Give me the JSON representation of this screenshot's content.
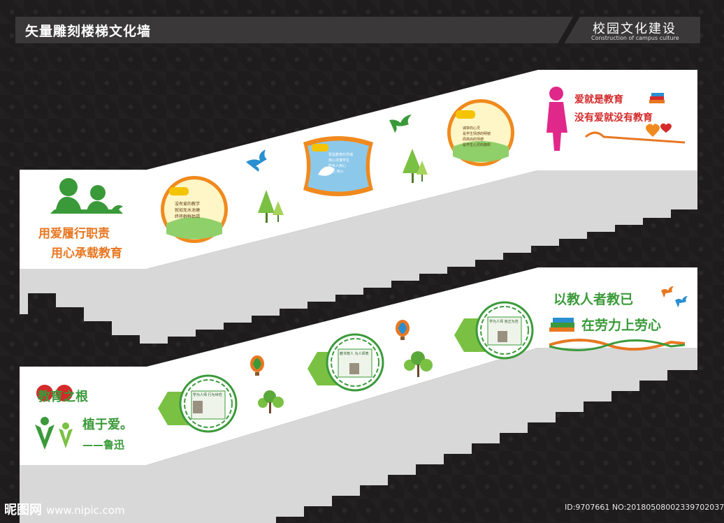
{
  "header": {
    "title": "矢量雕刻楼梯文化墙",
    "subtitle": "校园文化建设",
    "subtitle_en": "Construction of campus culture"
  },
  "upper_wall": {
    "slogan_line1": "用爱履行职责",
    "slogan_line2": "用心承载教育",
    "board1_text": [
      "没有爱的教学",
      "就如无水池塘",
      "终将群鲜枯竭"
    ],
    "board2_text": [
      "爱是教育的灵魂",
      "用心浇灌学生",
      "所有人用心",
      "爱心 用心"
    ],
    "board3_text": [
      "诚挚的心灵",
      "是学生情感的明镜",
      "而高尚的师德",
      "是学生心灵的旗帜"
    ],
    "right_line1": "爱就是教育",
    "right_line2": "没有爱就没有教育"
  },
  "lower_wall": {
    "left_line1": "教育之根",
    "left_line2": "植于爱。",
    "left_line3": "——鲁迅",
    "frame1_text": "学为人师 行为世范",
    "frame2_text": "教书育人 为人师表",
    "frame3_text": "学为人师 身正为范",
    "right_line1": "以教人者教已",
    "right_line2": "在劳力上劳心"
  },
  "watermark": {
    "left": "昵图网",
    "left_url": "www.nipic.com",
    "right": "ID:9707661 NO:20180508002339702037"
  },
  "colors": {
    "wall": "#ffffff",
    "stair_gray": "#d6d6d6",
    "green": "#3a9a3a",
    "orange": "#e87722",
    "red": "#d42a2a",
    "pink": "#e0288a",
    "blue": "#2a8fd0"
  }
}
